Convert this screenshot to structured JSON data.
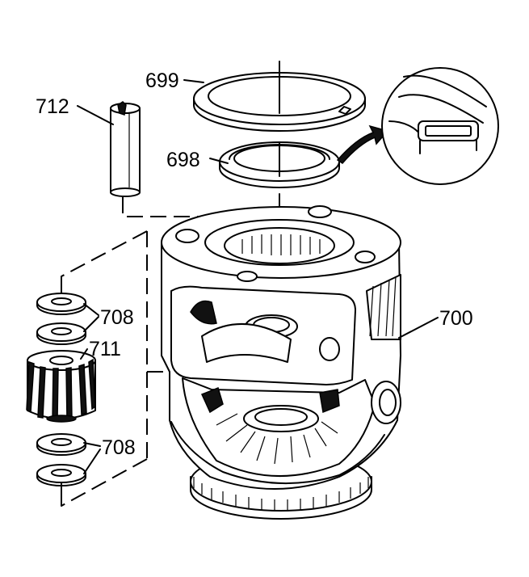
{
  "diagram": {
    "callouts": [
      {
        "id": "699",
        "text": "699"
      },
      {
        "id": "712",
        "text": "712"
      },
      {
        "id": "698",
        "text": "698"
      },
      {
        "id": "700",
        "text": "700"
      },
      {
        "id": "708a",
        "text": "708"
      },
      {
        "id": "711",
        "text": "711"
      },
      {
        "id": "708b",
        "text": "708"
      }
    ],
    "colors": {
      "ink": "#000000",
      "paper": "#ffffff",
      "shade": "#111111"
    }
  }
}
